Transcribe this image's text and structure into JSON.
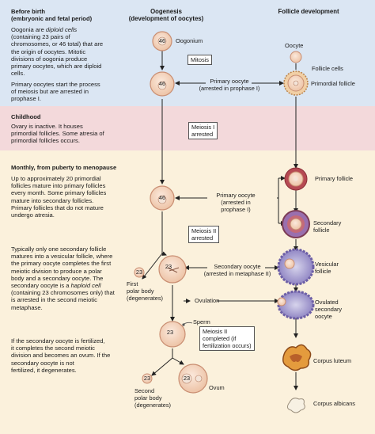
{
  "headers": {
    "oogenesis_line1": "Oogenesis",
    "oogenesis_line2": "(development of oocytes)",
    "follicle": "Follicle development"
  },
  "before_birth": {
    "title_line1": "Before birth",
    "title_line2": "(embryonic and fetal period)",
    "p1_l1_a": "Oogonia are ",
    "p1_l1_b": "diploid cells",
    "p1_l2": "(containing 23 pairs of",
    "p1_l3": "chromosomes, or 46 total) that are",
    "p1_l4": "the origin of oocytes. Mitotic",
    "p1_l5": "divisions of oogonia produce",
    "p1_l6": "primary oocytes, which are diploid",
    "p1_l7": "cells.",
    "p2_l1": "Primary oocytes start the process",
    "p2_l2": "of meiosis but are arrested in",
    "p2_l3": "prophase I."
  },
  "childhood": {
    "title": "Childhood",
    "l1": "Ovary is inactive. It houses",
    "l2": "primordial follicles. Some atresia of",
    "l3": "primordial follicles occurs."
  },
  "monthly": {
    "title": "Monthly, from puberty to menopause",
    "p1_l1": "Up to approximately 20 primordial",
    "p1_l2": "follicles mature into primary follicles",
    "p1_l3": "every month. Some primary follicles",
    "p1_l4": "mature into secondary follicles.",
    "p1_l5": "Primary follicles that do not mature",
    "p1_l6": "undergo atresia.",
    "p2_l1": "Typically only one secondary follicle",
    "p2_l2": "matures into a vesicular follicle, where",
    "p2_l3": "the primary oocyte completes the first",
    "p2_l4": "meiotic division to produce a polar",
    "p2_l5": "body and a secondary oocyte. The",
    "p2_l6_a": "secondary oocyte is a ",
    "p2_l6_b": "haploid cell",
    "p2_l7": "(containing 23 chromosomes only) that",
    "p2_l8": "is arrested in the second meiotic",
    "p2_l9": "metaphase.",
    "p3_l1": "If the secondary oocyte is fertilized,",
    "p3_l2": "it completes the second meiotic",
    "p3_l3": "division and becomes an ovum. If the",
    "p3_l4": "secondary oocyte is not",
    "p3_l5": "fertilized, it degenerates."
  },
  "labels": {
    "oogonium": "Oogonium",
    "mitosis": "Mitosis",
    "oocyte": "Oocyte",
    "follicle_cells": "Follicle cells",
    "primordial_follicle": "Primordial follicle",
    "primary_oocyte_1_l1": "Primary oocyte",
    "primary_oocyte_1_l2": "(arrested in prophase I)",
    "meiosis1_l1": "Meiosis I",
    "meiosis1_l2": "arrested",
    "primary_follicle": "Primary follicle",
    "primary_oocyte_2_l1": "Primary oocyte",
    "primary_oocyte_2_l2": "(arrested in",
    "primary_oocyte_2_l3": "prophase I)",
    "secondary_follicle_l1": "Secondary",
    "secondary_follicle_l2": "follicle",
    "meiosis2_l1": "Meiosis II",
    "meiosis2_l2": "arrested",
    "secondary_oocyte_l1": "Secondary oocyte",
    "secondary_oocyte_l2": "(arrested in metaphase II)",
    "vesicular_l1": "Vesicular",
    "vesicular_l2": "follicle",
    "first_polar_l1": "First",
    "first_polar_l2": "polar body",
    "first_polar_l3": "(degenerates)",
    "ovulation": "Ovulation",
    "ovulated_l1": "Ovulated",
    "ovulated_l2": "secondary",
    "ovulated_l3": "oocyte",
    "sperm": "Sperm",
    "meiosis2c_l1": "Meiosis II",
    "meiosis2c_l2": "completed (if",
    "meiosis2c_l3": "fertilization occurs)",
    "corpus_luteum": "Corpus luteum",
    "second_polar_l1": "Second",
    "second_polar_l2": "polar body",
    "second_polar_l3": "(degenerates)",
    "ovum": "Ovum",
    "corpus_albicans": "Corpus albicans",
    "n46": "46",
    "n23": "23"
  },
  "colors": {
    "band_before_birth": "#dbe6f3",
    "band_childhood": "#f3d9db",
    "band_monthly": "#fbf1dc",
    "cell_fill": "#f6d9c2",
    "cell_stroke": "#c98e72",
    "follicle_purple": "#7f6fb3",
    "follicle_brown": "#b8703e"
  }
}
